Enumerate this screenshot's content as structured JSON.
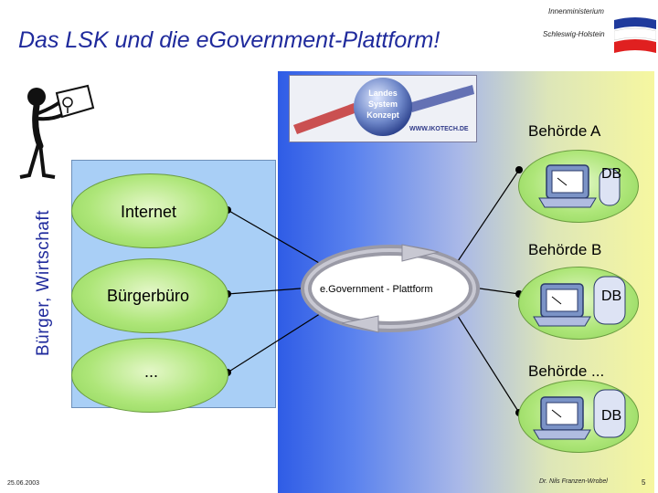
{
  "header": {
    "title": "Das LSK und die eGovernment-Plattform!",
    "ministry_line1": "Innenministerium",
    "ministry_line2": "Schleswig-Holstein"
  },
  "sidebar": {
    "label": "Bürger, Wirtschaft"
  },
  "logo": {
    "name": "Landes System Konzept",
    "url": "WWW.IKOTECH.DE"
  },
  "access_channels": [
    {
      "label": "Internet"
    },
    {
      "label": "Bürgerbüro"
    },
    {
      "label": "..."
    }
  ],
  "platform": {
    "label": "e.Government - Plattform"
  },
  "agencies": [
    {
      "label": "Behörde A",
      "db": "DB"
    },
    {
      "label": "Behörde B",
      "db": "DB"
    },
    {
      "label": "Behörde ...",
      "db": "DB"
    }
  ],
  "footer": {
    "date": "25.06.2003",
    "author": "Dr. Nils Franzen-Wrobel",
    "page": "5"
  },
  "colors": {
    "title": "#1f2a9c",
    "citizen_panel": "#a9cff6",
    "ellipse_fill": "#aee679",
    "platform_gradient_start": "#2f5ce6",
    "platform_gradient_end": "#f6f7a0",
    "flag_blue": "#1f3a9c",
    "flag_red": "#e02020"
  }
}
